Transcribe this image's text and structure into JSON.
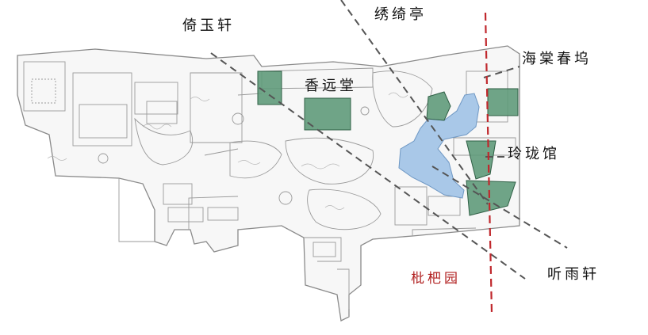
{
  "labels": {
    "yiyu_xuan": "倚玉轩",
    "xiuqi_ting": "绣绮亭",
    "haitang_chunwu": "海棠春坞",
    "xiangyuan_tang": "香远堂",
    "linglong_guan": "玲珑馆",
    "pipa_yuan": "枇杷园",
    "tingyu_xuan": "听雨轩"
  },
  "colors": {
    "building_fill": "#5f9a7a",
    "building_stroke": "#2f5f45",
    "pond_fill": "#a9c8e8",
    "pond_stroke": "#6f98c4",
    "sightline": "#555555",
    "boundary_line": "#c0282d",
    "plan_line": "#8a8a8a",
    "label_text": "#111111",
    "region_text": "#b22222"
  }
}
